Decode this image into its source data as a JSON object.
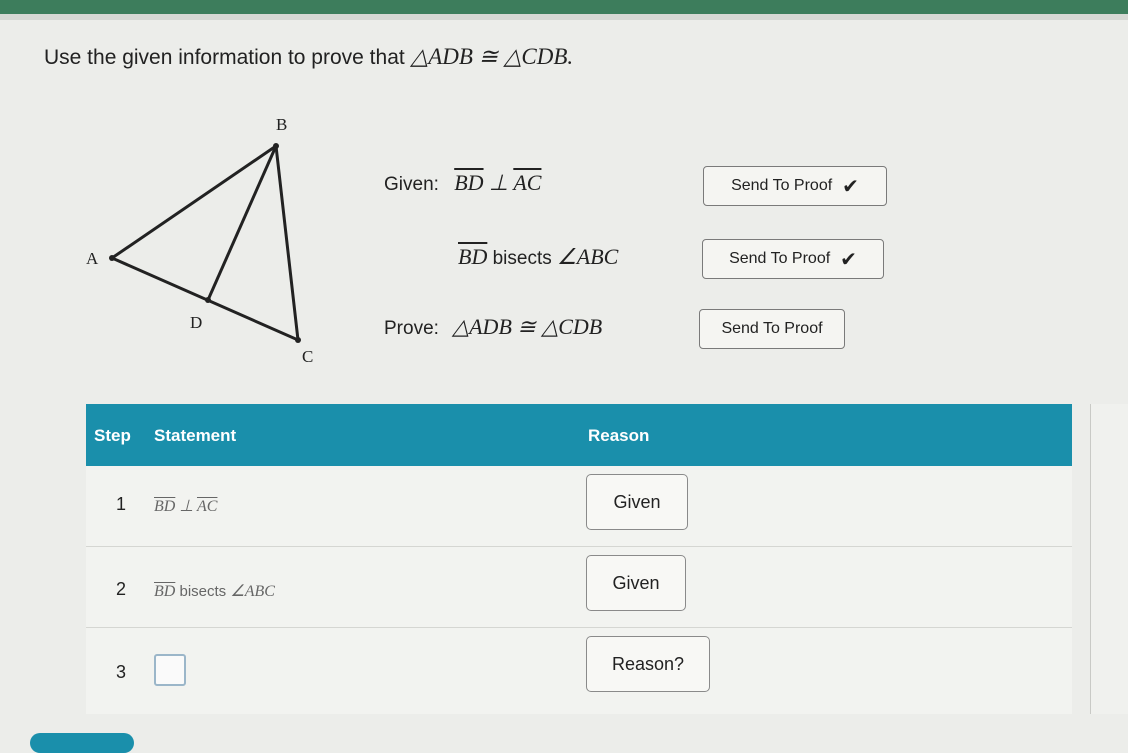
{
  "prompt": {
    "lead": "Use the given information to prove that ",
    "math": "△ADB ≅ △CDB."
  },
  "diagram": {
    "labels": {
      "B": "B",
      "A": "A",
      "D": "D",
      "C": "C"
    }
  },
  "given1": {
    "label": "Given:",
    "seg1": "BD",
    "op": " ⊥ ",
    "seg2": "AC",
    "button": "Send To Proof",
    "checked": true
  },
  "given2": {
    "seg": "BD",
    "text": " bisects ",
    "angle": "∠ABC",
    "button": "Send To Proof",
    "checked": true
  },
  "prove": {
    "label": "Prove:",
    "math": "△ADB ≅ △CDB",
    "button": "Send To Proof",
    "checked": false
  },
  "table": {
    "headers": {
      "step": "Step",
      "statement": "Statement",
      "reason": "Reason"
    },
    "rows": [
      {
        "step": "1",
        "seg1": "BD",
        "op": " ⊥ ",
        "seg2": "AC",
        "reason": "Given"
      },
      {
        "step": "2",
        "seg": "BD",
        "text": " bisects ",
        "angle": "∠ABC",
        "reason": "Given"
      },
      {
        "step": "3",
        "reason": "Reason?"
      }
    ]
  },
  "colors": {
    "header": "#1a8fab",
    "topbar": "#3d7d5c"
  },
  "icons": {
    "check": "checkmark-icon"
  }
}
